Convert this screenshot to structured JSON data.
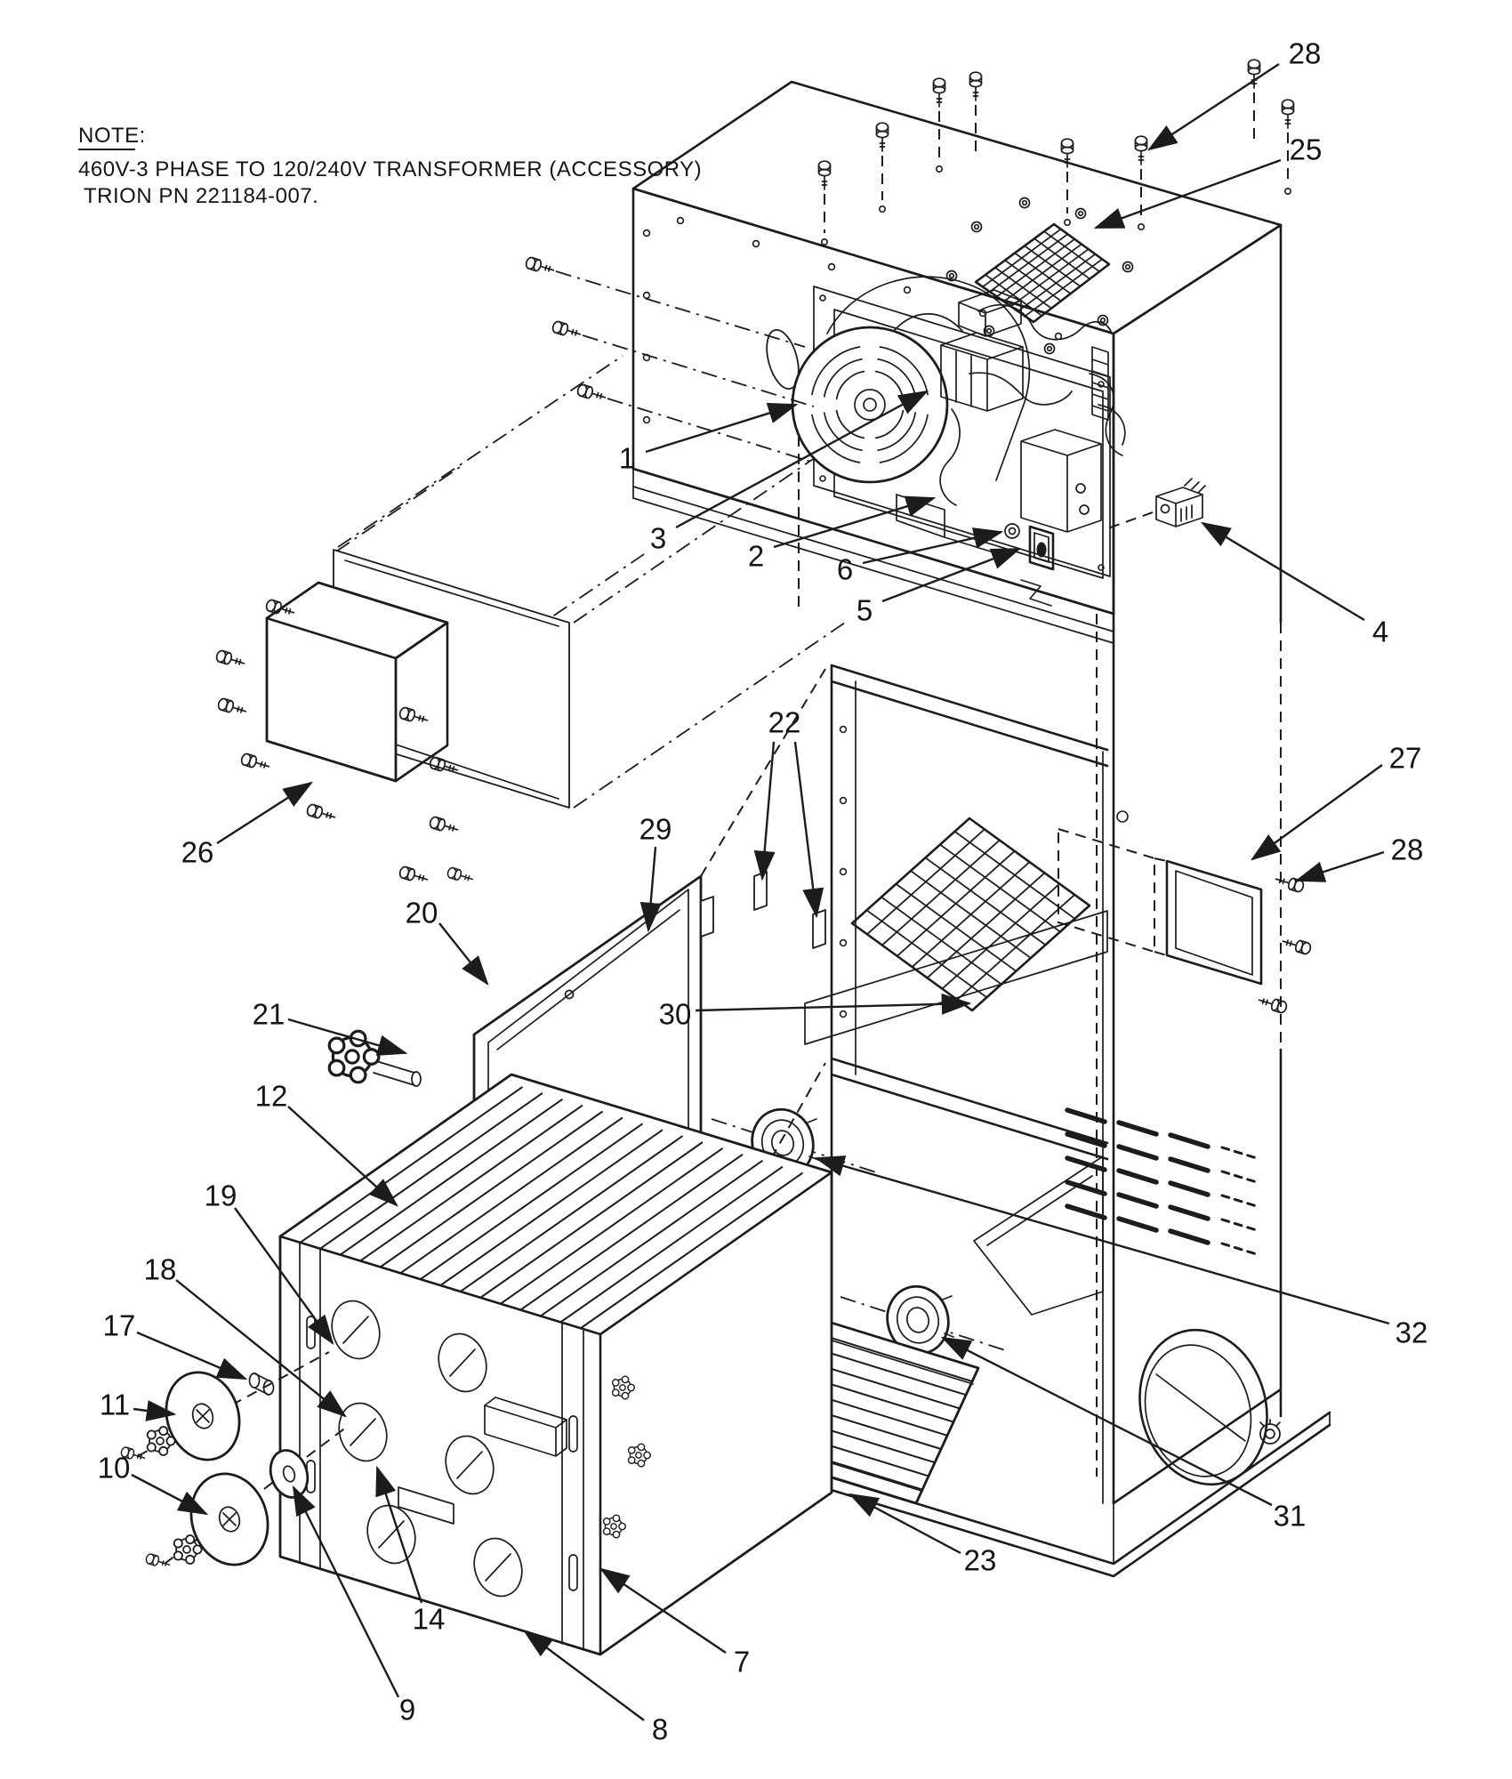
{
  "note": {
    "title": "NOTE:",
    "line1": "460V-3 PHASE TO 120/240V TRANSFORMER (ACCESSORY)",
    "line2": "TRION PN 221184-007."
  },
  "colors": {
    "line": "#1c1c1c",
    "background": "#ffffff"
  },
  "callouts": [
    {
      "label": "28"
    },
    {
      "label": "25"
    },
    {
      "label": "1"
    },
    {
      "label": "3"
    },
    {
      "label": "2"
    },
    {
      "label": "6"
    },
    {
      "label": "5"
    },
    {
      "label": "4"
    },
    {
      "label": "26"
    },
    {
      "label": "22"
    },
    {
      "label": "29"
    },
    {
      "label": "27"
    },
    {
      "label": "28"
    },
    {
      "label": "20"
    },
    {
      "label": "30"
    },
    {
      "label": "21"
    },
    {
      "label": "12"
    },
    {
      "label": "19"
    },
    {
      "label": "18"
    },
    {
      "label": "17"
    },
    {
      "label": "11"
    },
    {
      "label": "10"
    },
    {
      "label": "9"
    },
    {
      "label": "14"
    },
    {
      "label": "8"
    },
    {
      "label": "7"
    },
    {
      "label": "23"
    },
    {
      "label": "31"
    },
    {
      "label": "32"
    }
  ]
}
